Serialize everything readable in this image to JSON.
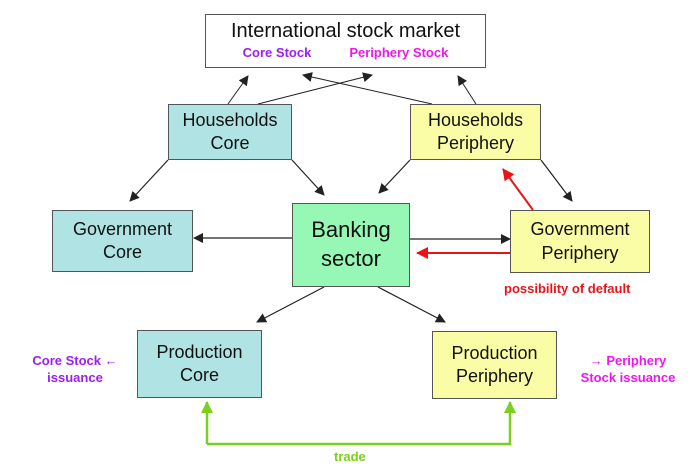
{
  "colors": {
    "core": "#b0e3e4",
    "periphery": "#fbfca6",
    "banking": "#97f7b5",
    "core_stock": "#9a1ef5",
    "periphery_stock": "#ee16ee",
    "default": "#e8141a",
    "trade": "#7ccf1c",
    "arrow": "#222222"
  },
  "nodes": {
    "market": {
      "title": "International stock market",
      "core_stock": "Core Stock",
      "periphery_stock": "Periphery Stock"
    },
    "households_core": {
      "line1": "Households",
      "line2": "Core"
    },
    "households_periphery": {
      "line1": "Households",
      "line2": "Periphery"
    },
    "government_core": {
      "line1": "Government",
      "line2": "Core"
    },
    "banking": {
      "line1": "Banking",
      "line2": "sector"
    },
    "government_periphery": {
      "line1": "Government",
      "line2": "Periphery"
    },
    "production_core": {
      "line1": "Production",
      "line2": "Core"
    },
    "production_periphery": {
      "line1": "Production",
      "line2": "Periphery"
    }
  },
  "labels": {
    "default": "possibility of default",
    "core_issuance_line1": "Core Stock ←",
    "core_issuance_line2": "issuance",
    "periphery_issuance_line1": "→ Periphery",
    "periphery_issuance_line2": "Stock issuance",
    "trade": "trade"
  },
  "edges": [
    {
      "from": "households_core",
      "to": "market_core_stock",
      "color": "arrow"
    },
    {
      "from": "households_core",
      "to": "market_periphery_stock",
      "color": "arrow"
    },
    {
      "from": "households_periphery",
      "to": "market_core_stock",
      "color": "arrow"
    },
    {
      "from": "households_periphery",
      "to": "market_periphery_stock",
      "color": "arrow"
    },
    {
      "from": "households_core",
      "to": "government_core",
      "color": "arrow"
    },
    {
      "from": "households_core",
      "to": "banking",
      "color": "arrow"
    },
    {
      "from": "households_periphery",
      "to": "banking",
      "color": "arrow"
    },
    {
      "from": "households_periphery",
      "to": "government_periphery",
      "color": "arrow"
    },
    {
      "from": "banking",
      "to": "government_core",
      "color": "arrow"
    },
    {
      "from": "banking",
      "to": "government_periphery",
      "color": "arrow"
    },
    {
      "from": "government_periphery",
      "to": "banking",
      "color": "default"
    },
    {
      "from": "government_periphery",
      "to": "households_periphery",
      "color": "default"
    },
    {
      "from": "banking",
      "to": "production_core",
      "color": "arrow"
    },
    {
      "from": "banking",
      "to": "production_periphery",
      "color": "arrow"
    },
    {
      "from": "production_core",
      "to": "production_periphery",
      "color": "trade",
      "bidirectional": true
    }
  ]
}
